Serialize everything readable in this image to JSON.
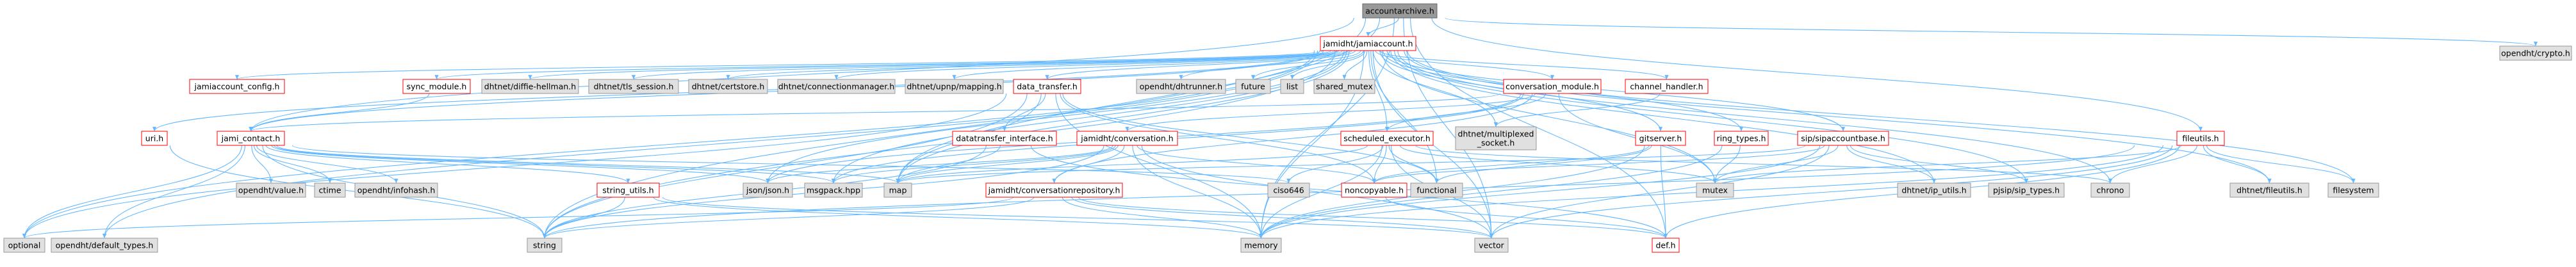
{
  "colors": {
    "edge": "#63b8ff",
    "edge_hint": "#404040",
    "root_fill": "#999999",
    "root_stroke": "#666666",
    "proj_fill": "#ffffff",
    "proj_stroke": "#ff0000",
    "sys_fill": "#e0e0e0",
    "sys_stroke": "#999999",
    "text": "#000000"
  },
  "nodes": [
    {
      "id": "accountarchive",
      "label": "accountarchive.h",
      "kind": "root"
    },
    {
      "id": "jamiaccount",
      "label": "jamidht/jamiaccount.h",
      "kind": "proj"
    },
    {
      "id": "crypto",
      "label": "opendht/crypto.h",
      "kind": "sys"
    },
    {
      "id": "jamiaccount_config",
      "label": "jamiaccount_config.h",
      "kind": "proj"
    },
    {
      "id": "sync_module",
      "label": "sync_module.h",
      "kind": "proj"
    },
    {
      "id": "diffie",
      "label": "dhtnet/diffie-hellman.h",
      "kind": "sys"
    },
    {
      "id": "tls_session",
      "label": "dhtnet/tls_session.h",
      "kind": "sys"
    },
    {
      "id": "certstore",
      "label": "dhtnet/certstore.h",
      "kind": "sys"
    },
    {
      "id": "connmgr",
      "label": "dhtnet/connectionmanager.h",
      "kind": "sys"
    },
    {
      "id": "upnp",
      "label": "dhtnet/upnp/mapping.h",
      "kind": "sys"
    },
    {
      "id": "data_transfer",
      "label": "data_transfer.h",
      "kind": "proj"
    },
    {
      "id": "dhtrunner",
      "label": "opendht/dhtrunner.h",
      "kind": "sys"
    },
    {
      "id": "future",
      "label": "future",
      "kind": "sys"
    },
    {
      "id": "list",
      "label": "list",
      "kind": "sys"
    },
    {
      "id": "shared_mutex",
      "label": "shared_mutex",
      "kind": "sys"
    },
    {
      "id": "conversation_module",
      "label": "conversation_module.h",
      "kind": "proj"
    },
    {
      "id": "channel_handler",
      "label": "channel_handler.h",
      "kind": "proj"
    },
    {
      "id": "uri",
      "label": "uri.h",
      "kind": "proj"
    },
    {
      "id": "jami_contact",
      "label": "jami_contact.h",
      "kind": "proj"
    },
    {
      "id": "datatransfer_interface",
      "label": "datatransfer_interface.h",
      "kind": "proj"
    },
    {
      "id": "jamidht_conversation",
      "label": "jamidht/conversation.h",
      "kind": "proj"
    },
    {
      "id": "multiplexed_socket",
      "label": "dhtnet/multiplexed\n_socket.h",
      "kind": "sys"
    },
    {
      "id": "scheduled_executor",
      "label": "scheduled_executor.h",
      "kind": "proj"
    },
    {
      "id": "gitserver",
      "label": "gitserver.h",
      "kind": "proj"
    },
    {
      "id": "ring_types",
      "label": "ring_types.h",
      "kind": "proj"
    },
    {
      "id": "sipvoiplink",
      "label": "sip/sipaccountbase.h",
      "kind": "proj"
    },
    {
      "id": "fileutils",
      "label": "fileutils.h",
      "kind": "proj"
    },
    {
      "id": "opendht_value",
      "label": "opendht/value.h",
      "kind": "sys"
    },
    {
      "id": "ctime",
      "label": "ctime",
      "kind": "sys"
    },
    {
      "id": "infohash",
      "label": "opendht/infohash.h",
      "kind": "sys"
    },
    {
      "id": "string_utils",
      "label": "string_utils.h",
      "kind": "proj"
    },
    {
      "id": "json",
      "label": "json/json.h",
      "kind": "sys"
    },
    {
      "id": "msgpack",
      "label": "msgpack.hpp",
      "kind": "sys"
    },
    {
      "id": "map",
      "label": "map",
      "kind": "sys"
    },
    {
      "id": "convrepo",
      "label": "jamidht/conversationrepository.h",
      "kind": "proj"
    },
    {
      "id": "ciso646",
      "label": "ciso646",
      "kind": "sys"
    },
    {
      "id": "noncopyable",
      "label": "noncopyable.h",
      "kind": "proj"
    },
    {
      "id": "functional",
      "label": "functional",
      "kind": "sys"
    },
    {
      "id": "mutex",
      "label": "mutex",
      "kind": "sys"
    },
    {
      "id": "ip_utils",
      "label": "dhtnet/ip_utils.h",
      "kind": "sys"
    },
    {
      "id": "sip_types",
      "label": "pjsip/sip_types.h",
      "kind": "sys"
    },
    {
      "id": "chrono",
      "label": "chrono",
      "kind": "sys"
    },
    {
      "id": "dhtnet_fileutils",
      "label": "dhtnet/fileutils.h",
      "kind": "sys"
    },
    {
      "id": "filesystem",
      "label": "filesystem",
      "kind": "sys"
    },
    {
      "id": "optional",
      "label": "optional",
      "kind": "sys"
    },
    {
      "id": "default_types",
      "label": "opendht/default_types.h",
      "kind": "sys"
    },
    {
      "id": "string",
      "label": "string",
      "kind": "sys"
    },
    {
      "id": "memory",
      "label": "memory",
      "kind": "sys"
    },
    {
      "id": "vector",
      "label": "vector",
      "kind": "sys"
    },
    {
      "id": "def",
      "label": "def.h",
      "kind": "proj"
    }
  ],
  "edges": [
    [
      "accountarchive",
      "jamiaccount"
    ],
    [
      "accountarchive",
      "crypto"
    ],
    [
      "accountarchive",
      "fileutils"
    ],
    [
      "accountarchive",
      "jami_contact"
    ],
    [
      "accountarchive",
      "map"
    ],
    [
      "accountarchive",
      "string"
    ],
    [
      "accountarchive",
      "def"
    ],
    [
      "accountarchive",
      "vector"
    ],
    [
      "accountarchive",
      "memory"
    ],
    [
      "jamiaccount",
      "jamiaccount_config"
    ],
    [
      "jamiaccount",
      "sync_module"
    ],
    [
      "jamiaccount",
      "diffie"
    ],
    [
      "jamiaccount",
      "tls_session"
    ],
    [
      "jamiaccount",
      "certstore"
    ],
    [
      "jamiaccount",
      "connmgr"
    ],
    [
      "jamiaccount",
      "upnp"
    ],
    [
      "jamiaccount",
      "data_transfer"
    ],
    [
      "jamiaccount",
      "dhtrunner"
    ],
    [
      "jamiaccount",
      "future"
    ],
    [
      "jamiaccount",
      "list"
    ],
    [
      "jamiaccount",
      "shared_mutex"
    ],
    [
      "jamiaccount",
      "conversation_module"
    ],
    [
      "jamiaccount",
      "channel_handler"
    ],
    [
      "jamiaccount",
      "uri"
    ],
    [
      "jamiaccount",
      "jami_contact"
    ],
    [
      "jamiaccount",
      "multiplexed_socket"
    ],
    [
      "jamiaccount",
      "scheduled_executor"
    ],
    [
      "jamiaccount",
      "gitserver"
    ],
    [
      "jamiaccount",
      "ring_types"
    ],
    [
      "jamiaccount",
      "sipvoiplink"
    ],
    [
      "jamiaccount",
      "chrono"
    ],
    [
      "jamiaccount",
      "filesystem"
    ],
    [
      "jamiaccount",
      "dhtnet_fileutils"
    ],
    [
      "jamiaccount",
      "ip_utils"
    ],
    [
      "jamiaccount",
      "sip_types"
    ],
    [
      "jamiaccount",
      "optional"
    ],
    [
      "jamiaccount",
      "default_types"
    ],
    [
      "jamiaccount",
      "map"
    ],
    [
      "jamiaccount",
      "json"
    ],
    [
      "jamiaccount",
      "msgpack"
    ],
    [
      "jamiaccount",
      "functional"
    ],
    [
      "jamiaccount",
      "mutex"
    ],
    [
      "jamiaccount",
      "vector"
    ],
    [
      "jamiaccount",
      "memory"
    ],
    [
      "jamiaccount",
      "string"
    ],
    [
      "sync_module",
      "jami_contact"
    ],
    [
      "data_transfer",
      "datatransfer_interface"
    ],
    [
      "data_transfer",
      "noncopyable"
    ],
    [
      "data_transfer",
      "map"
    ],
    [
      "data_transfer",
      "memory"
    ],
    [
      "data_transfer",
      "string"
    ],
    [
      "data_transfer",
      "optional"
    ],
    [
      "data_transfer",
      "functional"
    ],
    [
      "conversation_module",
      "jamidht_conversation"
    ],
    [
      "conversation_module",
      "scheduled_executor"
    ],
    [
      "conversation_module",
      "jami_contact"
    ],
    [
      "conversation_module",
      "convrepo"
    ],
    [
      "conversation_module",
      "mutex"
    ],
    [
      "conversation_module",
      "msgpack"
    ],
    [
      "conversation_module",
      "json"
    ],
    [
      "channel_handler",
      "multiplexed_socket"
    ],
    [
      "uri",
      "string"
    ],
    [
      "jami_contact",
      "opendht_value"
    ],
    [
      "jami_contact",
      "ctime"
    ],
    [
      "jami_contact",
      "infohash"
    ],
    [
      "jami_contact",
      "string_utils"
    ],
    [
      "jami_contact",
      "json"
    ],
    [
      "jami_contact",
      "msgpack"
    ],
    [
      "jami_contact",
      "map"
    ],
    [
      "jami_contact",
      "ciso646"
    ],
    [
      "jami_contact",
      "string"
    ],
    [
      "jami_contact",
      "default_types"
    ],
    [
      "jami_contact",
      "optional"
    ],
    [
      "datatransfer_interface",
      "map"
    ],
    [
      "datatransfer_interface",
      "def"
    ],
    [
      "datatransfer_interface",
      "string"
    ],
    [
      "jamidht_conversation",
      "convrepo"
    ],
    [
      "jamidht_conversation",
      "json"
    ],
    [
      "jamidht_conversation",
      "msgpack"
    ],
    [
      "jamidht_conversation",
      "map"
    ],
    [
      "jamidht_conversation",
      "memory"
    ],
    [
      "jamidht_conversation",
      "string"
    ],
    [
      "jamidht_conversation",
      "vector"
    ],
    [
      "jamidht_conversation",
      "noncopyable"
    ],
    [
      "scheduled_executor",
      "map"
    ],
    [
      "scheduled_executor",
      "functional"
    ],
    [
      "scheduled_executor",
      "memory"
    ],
    [
      "scheduled_executor",
      "mutex"
    ],
    [
      "scheduled_executor",
      "noncopyable"
    ],
    [
      "scheduled_executor",
      "ciso646"
    ],
    [
      "scheduled_executor",
      "vector"
    ],
    [
      "scheduled_executor",
      "chrono"
    ],
    [
      "gitserver",
      "def"
    ],
    [
      "gitserver",
      "functional"
    ],
    [
      "gitserver",
      "memory"
    ],
    [
      "gitserver",
      "noncopyable"
    ],
    [
      "ring_types",
      "mutex"
    ],
    [
      "ring_types",
      "memory"
    ],
    [
      "sipvoiplink",
      "ip_utils"
    ],
    [
      "sipvoiplink",
      "sip_types"
    ],
    [
      "sipvoiplink",
      "noncopyable"
    ],
    [
      "sipvoiplink",
      "mutex"
    ],
    [
      "sipvoiplink",
      "vector"
    ],
    [
      "sipvoiplink",
      "memory"
    ],
    [
      "sipvoiplink",
      "map"
    ],
    [
      "fileutils",
      "dhtnet_fileutils"
    ],
    [
      "fileutils",
      "filesystem"
    ],
    [
      "fileutils",
      "chrono"
    ],
    [
      "fileutils",
      "mutex"
    ],
    [
      "fileutils",
      "def"
    ],
    [
      "fileutils",
      "vector"
    ],
    [
      "fileutils",
      "memory"
    ],
    [
      "fileutils",
      "string"
    ],
    [
      "string_utils",
      "string"
    ],
    [
      "string_utils",
      "vector"
    ],
    [
      "string_utils",
      "memory"
    ],
    [
      "convrepo",
      "def"
    ],
    [
      "convrepo",
      "memory"
    ],
    [
      "convrepo",
      "string"
    ],
    [
      "convrepo",
      "vector"
    ],
    [
      "convrepo",
      "optional"
    ],
    [
      "noncopyable",
      "def"
    ]
  ]
}
